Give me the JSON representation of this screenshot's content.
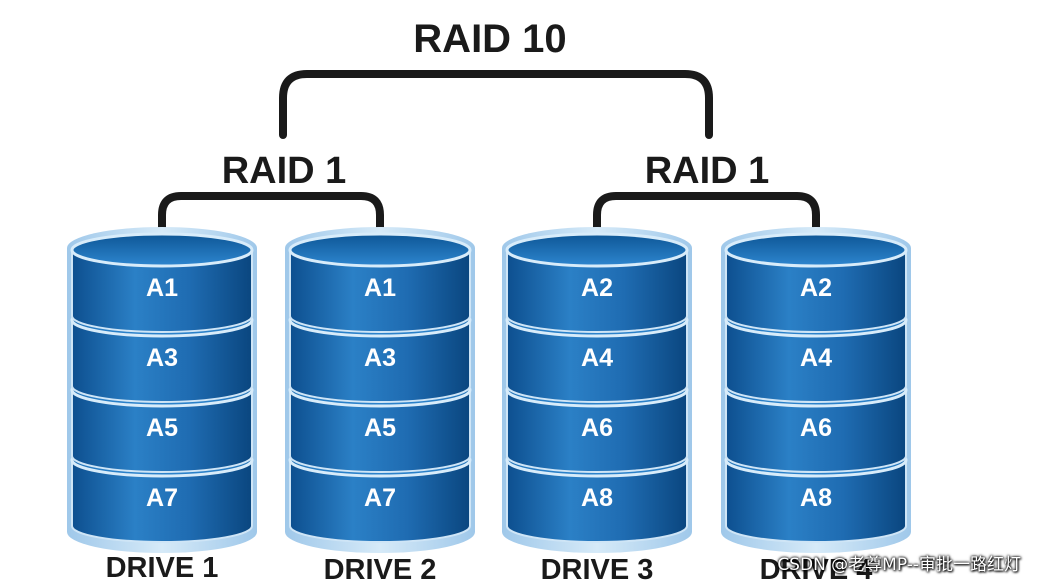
{
  "title": "RAID 10",
  "groups": [
    {
      "label": "RAID 1"
    },
    {
      "label": "RAID 1"
    }
  ],
  "drives": [
    {
      "name": "DRIVE 1",
      "blocks": [
        "A1",
        "A3",
        "A5",
        "A7"
      ]
    },
    {
      "name": "DRIVE 2",
      "blocks": [
        "A1",
        "A3",
        "A5",
        "A7"
      ]
    },
    {
      "name": "DRIVE 3",
      "blocks": [
        "A2",
        "A4",
        "A6",
        "A8"
      ]
    },
    {
      "name": "DRIVE 4",
      "blocks": [
        "A2",
        "A4",
        "A6",
        "A8"
      ]
    }
  ],
  "watermark": "CSDN @老尊MP--审批一路红灯",
  "colors": {
    "disk_top_light": "#4a9ad8",
    "disk_side_mid": "#1d6fb5",
    "disk_side_dark": "#0b4f90",
    "disk_outline": "#b9d9f2",
    "connector": "#1a1a1a",
    "text": "#1a1a1a",
    "block_text": "#ffffff"
  },
  "icons": [
    "disk-stack-icon",
    "connector-bracket-icon"
  ]
}
